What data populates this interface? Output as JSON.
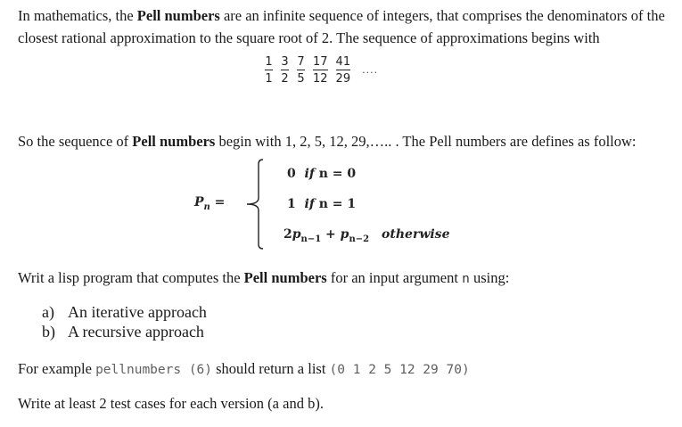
{
  "intro": {
    "part1": "In mathematics, the ",
    "term": "Pell numbers",
    "part2": " are an infinite sequence of integers, that comprises the denominators of the closest rational approximation to the square root of 2. The sequence of approximations begins with"
  },
  "fractions": [
    {
      "num": "1",
      "den": "1"
    },
    {
      "num": "3",
      "den": "2"
    },
    {
      "num": "7",
      "den": "5"
    },
    {
      "num": "17",
      "den": "12"
    },
    {
      "num": "41",
      "den": "29"
    }
  ],
  "fraction_ellipsis": "....",
  "sequence_line": {
    "part1": "So the sequence of ",
    "term": "Pell numbers",
    "part2": " begin with 1, 2, 5, 12, 29,….. . The Pell numbers are defines as follow:"
  },
  "formula": {
    "lhs_base": "P",
    "lhs_sub": "n",
    "lhs_eq": " =",
    "case1": {
      "value": "0",
      "cond_if": "if",
      "cond_rest": " n = 0"
    },
    "case2": {
      "value": "1",
      "cond_if": "if",
      "cond_rest": " n = 1"
    },
    "case3": {
      "coef": "2",
      "p1": "p",
      "p1_sub": "n−1",
      "plus": " + ",
      "p2": "p",
      "p2_sub": "n−2",
      "otherwise": "otherwise"
    }
  },
  "write_line": {
    "part1": "Writ a lisp program that computes the ",
    "term": "Pell numbers",
    "part2": " for an input argument ",
    "arg": "n",
    "part3": " using:"
  },
  "approaches": [
    {
      "marker": "a)",
      "text": "An iterative approach"
    },
    {
      "marker": "b)",
      "text": "A recursive approach"
    }
  ],
  "example_line": {
    "part1": "For example ",
    "func": "pellnumbers",
    "arg": " (6)",
    "part2": " should return a list ",
    "result": "(0 1 2 5 12 29 70)"
  },
  "test_line": "Write at least 2 test cases for each version (a and b)."
}
